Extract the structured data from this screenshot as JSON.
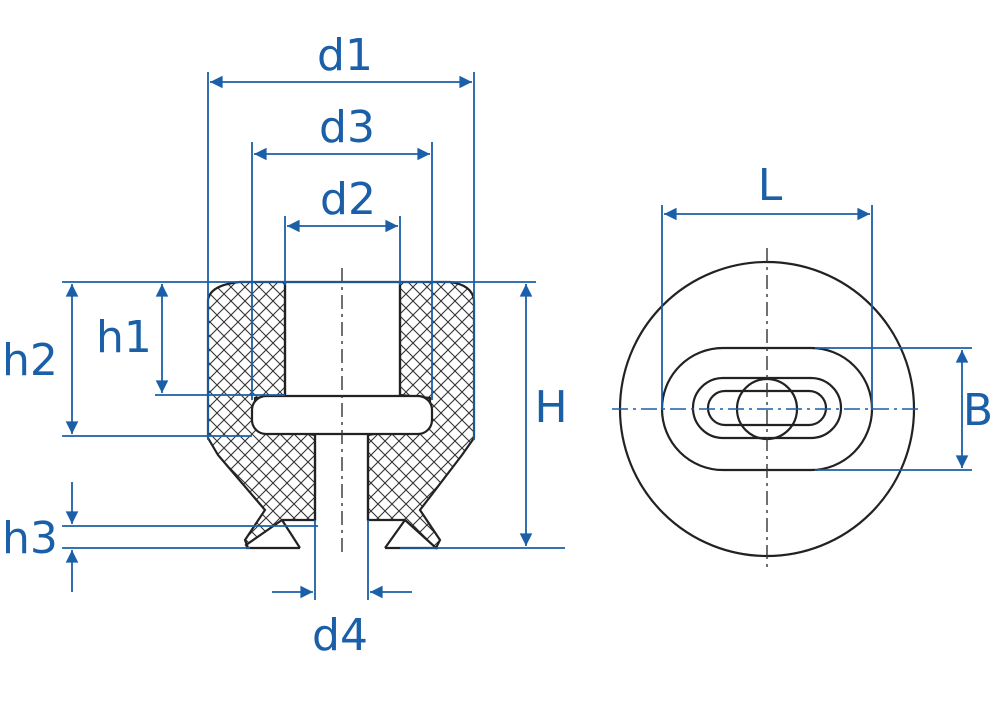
{
  "labels": {
    "d1": "d1",
    "d2": "d2",
    "d3": "d3",
    "d4": "d4",
    "h1": "h1",
    "h2": "h2",
    "h3": "h3",
    "H": "H",
    "L": "L",
    "B": "B"
  },
  "colors": {
    "dimension": "#1a5fa8",
    "outline": "#222222"
  }
}
